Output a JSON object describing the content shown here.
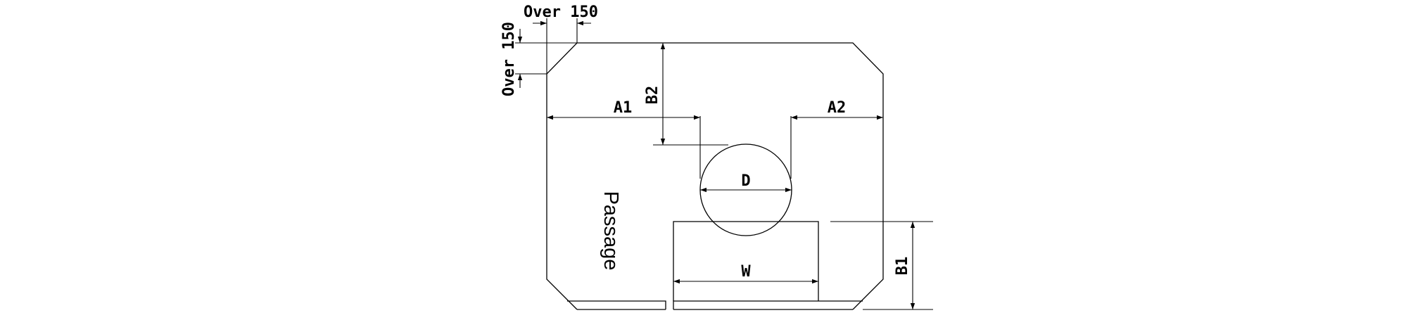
{
  "labels": {
    "top_clearance": "Over 150",
    "side_clearance": "Over 150",
    "a1": "A1",
    "a2": "A2",
    "b1": "B1",
    "b2": "B2",
    "d": "D",
    "w": "W",
    "passage": "Passage"
  },
  "colors": {
    "line": "#000000",
    "background": "#ffffff"
  }
}
